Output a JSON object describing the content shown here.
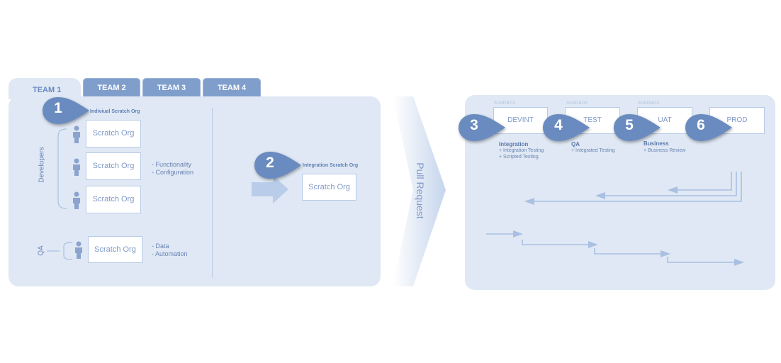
{
  "tabs": [
    "TEAM 1",
    "TEAM 2",
    "TEAM 3",
    "TEAM 4"
  ],
  "steps": [
    "1",
    "2",
    "3",
    "4",
    "5",
    "6"
  ],
  "left": {
    "individual_label": "Indiviual Scratch Org",
    "developers_label": "Developers",
    "qa_label": "QA",
    "scratch_org": "Scratch Org",
    "dev_notes": [
      "- Functionality",
      "- Configuration"
    ],
    "qa_notes": [
      "- Data",
      "- Automation"
    ],
    "integration_label": "Integration Scratch Org"
  },
  "pull_request": "Pull Request",
  "envs": [
    {
      "tag": "SANDBOX",
      "name": "DEVINT",
      "heading": "Integration",
      "items": [
        "+ Integration Testing",
        "+ Scripted Testing"
      ]
    },
    {
      "tag": "SANDBOX",
      "name": "TEST",
      "heading": "QA",
      "items": [
        "+ Integrated Testing"
      ]
    },
    {
      "tag": "SANDBOX",
      "name": "UAT",
      "heading": "Business",
      "items": [
        "+ Business Review"
      ]
    },
    {
      "tag": "",
      "name": "PROD",
      "heading": "",
      "items": []
    }
  ],
  "colors": {
    "panel": "#dfe8f4",
    "tab": "#7f9ecc",
    "marker": "#6a8bbf",
    "arrow": "#a9c0e2"
  }
}
